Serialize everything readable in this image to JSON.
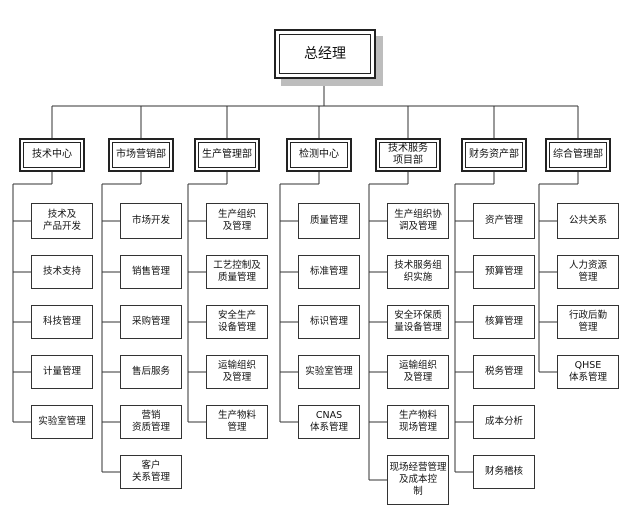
{
  "ceo": "总经理",
  "departments": [
    {
      "name": "技术中心",
      "items": [
        "技术及\n产品开发",
        "技术支持",
        "科技管理",
        "计量管理",
        "实验室管理"
      ]
    },
    {
      "name": "市场营销部",
      "items": [
        "市场开发",
        "销售管理",
        "采购管理",
        "售后服务",
        "营销\n资质管理",
        "客户\n关系管理"
      ]
    },
    {
      "name": "生产管理部",
      "items": [
        "生产组织\n及管理",
        "工艺控制及\n质量管理",
        "安全生产\n设备管理",
        "运输组织\n及管理",
        "生产物料\n管理"
      ]
    },
    {
      "name": "检测中心",
      "items": [
        "质量管理",
        "标准管理",
        "标识管理",
        "实验室管理",
        "CNAS\n体系管理"
      ]
    },
    {
      "name": "技术服务\n项目部",
      "items": [
        "生产组织协\n调及管理",
        "技术服务组\n织实施",
        "安全环保质\n量设备管理",
        "运输组织\n及管理",
        "生产物料\n现场管理",
        "现场经营管理\n及成本控\n制"
      ]
    },
    {
      "name": "财务资产部",
      "items": [
        "资产管理",
        "预算管理",
        "核算管理",
        "税务管理",
        "成本分析",
        "财务稽核"
      ]
    },
    {
      "name": "综合管理部",
      "items": [
        "公共关系",
        "人力资源\n管理",
        "行政后勤\n管理",
        "QHSE\n体系管理"
      ]
    }
  ]
}
